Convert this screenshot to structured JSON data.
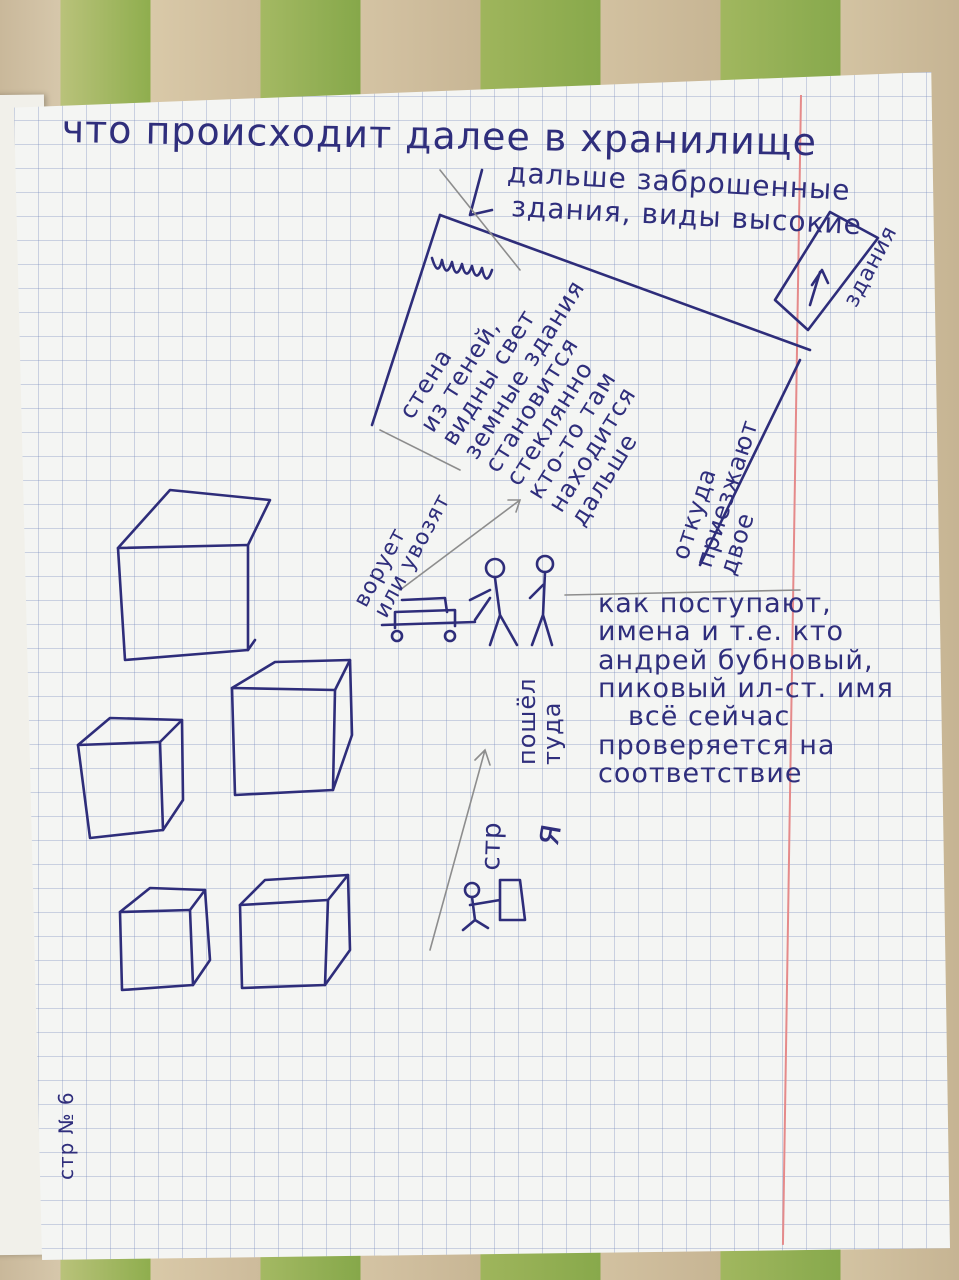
{
  "note": {
    "title": "что происходит далее в хранилище",
    "top_note": [
      "дальше заброшенные",
      "здания, виды высокие"
    ],
    "side_label": "здания",
    "wall_text": [
      "стена",
      "из теней,",
      "видны свет",
      "земные здания",
      "становится",
      "стеклянно",
      "кто-то там",
      "находится",
      "дальше"
    ],
    "where_text": [
      "откуда",
      "приезжают",
      "двое"
    ],
    "cart_text": [
      "ворует",
      "или увозят"
    ],
    "went_text": [
      "пошёл",
      "туда"
    ],
    "ya_label": "я",
    "stp_label": "стр",
    "arrival_note": [
      "как поступают,",
      "имена и т.е. кто",
      "андрей бубновый,",
      "пиковый ил-ст. имя",
      "всё сейчас",
      "проверяется на",
      "соответствие"
    ],
    "page_number": "стр № 6"
  },
  "colors": {
    "ink": "#2f2e7c",
    "grid": "#8ca0cf",
    "margin": "#e58a8a"
  }
}
